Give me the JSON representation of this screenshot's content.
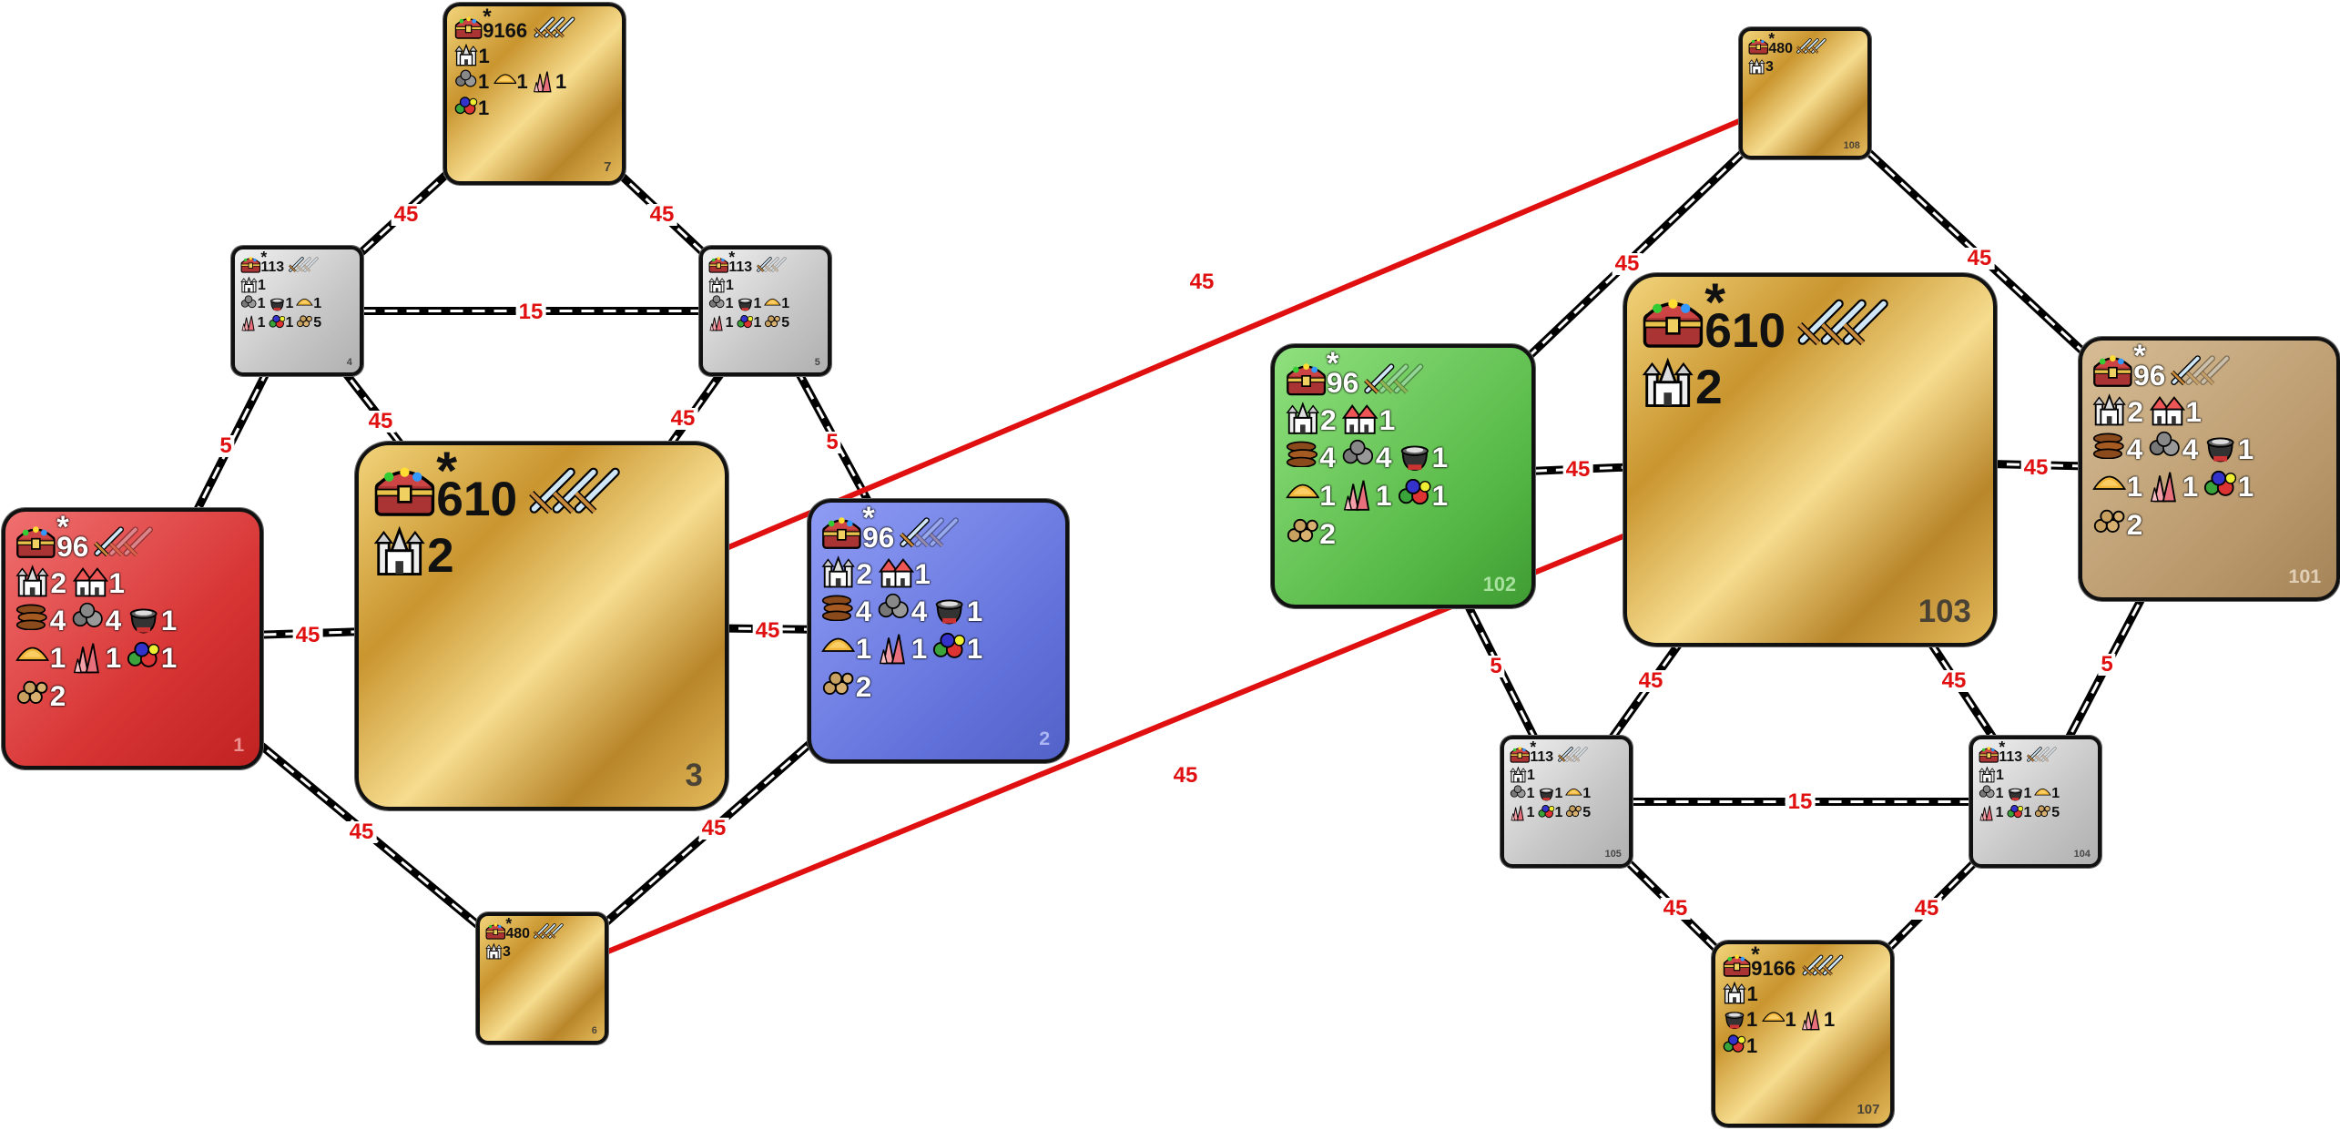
{
  "colors": {
    "road": "#000000",
    "road_dash": "#ffffff",
    "portal": "#e01010",
    "label": "#e01010"
  },
  "zones": [
    {
      "id": "7",
      "theme": "gold",
      "treasure": "9166",
      "swords": 3,
      "towns": [
        "castle"
      ],
      "town_count": "1",
      "res": [
        [
          "ore",
          "1"
        ],
        [
          "sulfur",
          "1"
        ],
        [
          "crystal",
          "1"
        ],
        [
          "gems",
          "1"
        ]
      ]
    },
    {
      "id": "4",
      "theme": "grey",
      "treasure": "113",
      "swords": 1,
      "towns": [
        "castle"
      ],
      "town_count": "1",
      "res": [
        [
          "ore",
          "1"
        ],
        [
          "mercury",
          "1"
        ],
        [
          "sulfur",
          "1"
        ],
        [
          "crystal",
          "1"
        ],
        [
          "gems",
          "1"
        ],
        [
          "gold",
          "5"
        ]
      ]
    },
    {
      "id": "5",
      "theme": "grey",
      "treasure": "113",
      "swords": 1,
      "towns": [
        "castle"
      ],
      "town_count": "1",
      "res": [
        [
          "ore",
          "1"
        ],
        [
          "mercury",
          "1"
        ],
        [
          "sulfur",
          "1"
        ],
        [
          "crystal",
          "1"
        ],
        [
          "gems",
          "1"
        ],
        [
          "gold",
          "5"
        ]
      ]
    },
    {
      "id": "1",
      "theme": "red",
      "treasure": "96",
      "swords": 1,
      "towns": [
        "castle",
        "town"
      ],
      "town_count": "2",
      "town_count2": "1",
      "res": [
        [
          "wood",
          "4"
        ],
        [
          "ore",
          "4"
        ],
        [
          "mercury",
          "1"
        ],
        [
          "sulfur",
          "1"
        ],
        [
          "crystal",
          "1"
        ],
        [
          "gems",
          "1"
        ],
        [
          "gold",
          "2"
        ]
      ]
    },
    {
      "id": "3",
      "theme": "gold",
      "treasure": "610",
      "swords": 3,
      "towns": [
        "castle"
      ],
      "town_count": "2",
      "res": []
    },
    {
      "id": "2",
      "theme": "blue",
      "treasure": "96",
      "swords": 1,
      "towns": [
        "castle",
        "town"
      ],
      "town_count": "2",
      "town_count2": "1",
      "res": [
        [
          "wood",
          "4"
        ],
        [
          "ore",
          "4"
        ],
        [
          "mercury",
          "1"
        ],
        [
          "sulfur",
          "1"
        ],
        [
          "crystal",
          "1"
        ],
        [
          "gems",
          "1"
        ],
        [
          "gold",
          "2"
        ]
      ]
    },
    {
      "id": "6",
      "theme": "gold",
      "treasure": "480",
      "swords": 3,
      "towns": [
        "castle"
      ],
      "town_count": "3",
      "res": []
    },
    {
      "id": "108",
      "theme": "gold",
      "treasure": "480",
      "swords": 3,
      "towns": [
        "castle"
      ],
      "town_count": "3",
      "res": []
    },
    {
      "id": "102",
      "theme": "green",
      "treasure": "96",
      "swords": 1,
      "towns": [
        "castle",
        "town"
      ],
      "town_count": "2",
      "town_count2": "1",
      "res": [
        [
          "wood",
          "4"
        ],
        [
          "ore",
          "4"
        ],
        [
          "mercury",
          "1"
        ],
        [
          "sulfur",
          "1"
        ],
        [
          "crystal",
          "1"
        ],
        [
          "gems",
          "1"
        ],
        [
          "gold",
          "2"
        ]
      ]
    },
    {
      "id": "103",
      "theme": "gold",
      "treasure": "610",
      "swords": 3,
      "towns": [
        "castle"
      ],
      "town_count": "2",
      "res": []
    },
    {
      "id": "101",
      "theme": "tan",
      "treasure": "96",
      "swords": 1,
      "towns": [
        "castle",
        "town"
      ],
      "town_count": "2",
      "town_count2": "1",
      "res": [
        [
          "wood",
          "4"
        ],
        [
          "ore",
          "4"
        ],
        [
          "mercury",
          "1"
        ],
        [
          "sulfur",
          "1"
        ],
        [
          "crystal",
          "1"
        ],
        [
          "gems",
          "1"
        ],
        [
          "gold",
          "2"
        ]
      ]
    },
    {
      "id": "105",
      "theme": "grey",
      "treasure": "113",
      "swords": 1,
      "towns": [
        "castle"
      ],
      "town_count": "1",
      "res": [
        [
          "ore",
          "1"
        ],
        [
          "mercury",
          "1"
        ],
        [
          "sulfur",
          "1"
        ],
        [
          "crystal",
          "1"
        ],
        [
          "gems",
          "1"
        ],
        [
          "gold",
          "5"
        ]
      ]
    },
    {
      "id": "104",
      "theme": "grey",
      "treasure": "113",
      "swords": 1,
      "towns": [
        "castle"
      ],
      "town_count": "1",
      "res": [
        [
          "ore",
          "1"
        ],
        [
          "mercury",
          "1"
        ],
        [
          "sulfur",
          "1"
        ],
        [
          "crystal",
          "1"
        ],
        [
          "gems",
          "1"
        ],
        [
          "gold",
          "5"
        ]
      ]
    },
    {
      "id": "107",
      "theme": "gold",
      "treasure": "9166",
      "swords": 3,
      "towns": [
        "castle"
      ],
      "town_count": "1",
      "res": [
        [
          "mercury",
          "1"
        ],
        [
          "sulfur",
          "1"
        ],
        [
          "crystal",
          "1"
        ],
        [
          "gems",
          "1"
        ]
      ]
    }
  ],
  "connections": [
    {
      "from": "7",
      "to": "4",
      "kind": "road",
      "label": "45"
    },
    {
      "from": "7",
      "to": "5",
      "kind": "road",
      "label": "45"
    },
    {
      "from": "4",
      "to": "5",
      "kind": "road",
      "label": "15"
    },
    {
      "from": "4",
      "to": "1",
      "kind": "road",
      "label": "5"
    },
    {
      "from": "4",
      "to": "3",
      "kind": "road",
      "label": "45"
    },
    {
      "from": "5",
      "to": "3",
      "kind": "road",
      "label": "45"
    },
    {
      "from": "5",
      "to": "2",
      "kind": "road",
      "label": "5"
    },
    {
      "from": "1",
      "to": "3",
      "kind": "road",
      "label": "45"
    },
    {
      "from": "3",
      "to": "2",
      "kind": "road",
      "label": "45"
    },
    {
      "from": "1",
      "to": "6",
      "kind": "road",
      "label": "45"
    },
    {
      "from": "2",
      "to": "6",
      "kind": "road",
      "label": "45"
    },
    {
      "from": "3",
      "to": "108",
      "kind": "portal",
      "label": "45"
    },
    {
      "from": "6",
      "to": "103",
      "kind": "portal",
      "label": "45"
    },
    {
      "from": "108",
      "to": "102",
      "kind": "road",
      "label": "45"
    },
    {
      "from": "108",
      "to": "101",
      "kind": "road",
      "label": "45"
    },
    {
      "from": "102",
      "to": "103",
      "kind": "road",
      "label": "45"
    },
    {
      "from": "103",
      "to": "101",
      "kind": "road",
      "label": "45"
    },
    {
      "from": "102",
      "to": "105",
      "kind": "road",
      "label": "5"
    },
    {
      "from": "103",
      "to": "105",
      "kind": "road",
      "label": "45"
    },
    {
      "from": "103",
      "to": "104",
      "kind": "road",
      "label": "45"
    },
    {
      "from": "101",
      "to": "104",
      "kind": "road",
      "label": "5"
    },
    {
      "from": "105",
      "to": "104",
      "kind": "road",
      "label": "15"
    },
    {
      "from": "105",
      "to": "107",
      "kind": "road",
      "label": "45"
    },
    {
      "from": "104",
      "to": "107",
      "kind": "road",
      "label": "45"
    }
  ]
}
